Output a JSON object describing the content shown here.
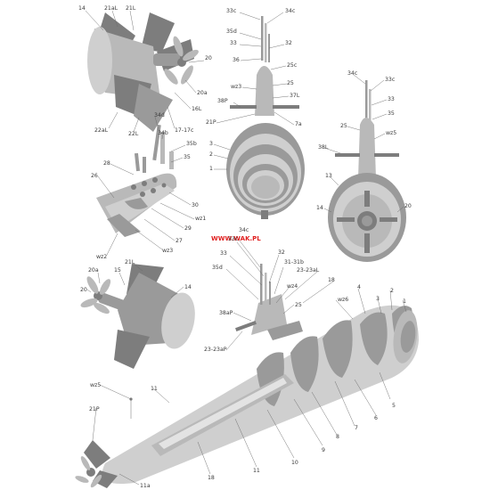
{
  "watermark": "WWW.WAK.PL",
  "labels": {
    "l14a": "14",
    "l21aL_a": "21aL",
    "l21L_a": "21L",
    "l20_a": "20",
    "l20a_a": "20a",
    "l16L": "16L",
    "l22aL": "22aL",
    "l22L": "22L",
    "l1717c": "17-17c",
    "l33c_a": "33c",
    "l34c_a": "34c",
    "l35d_a": "35d",
    "l33_a": "33",
    "l32_a": "32",
    "l36": "36",
    "l25c": "25c",
    "l25_a": "25",
    "lwz3_a": "wz3",
    "l37L": "37L",
    "l38P": "38P",
    "l21P_a": "21P",
    "l7a": "7a",
    "l3_a": "3",
    "l2_a": "2",
    "l1_a": "1",
    "l34c_b": "34c",
    "l33c_b": "33c",
    "l33_b": "33",
    "l35_b": "35",
    "l25_b": "25",
    "lwz5_b": "wz5",
    "l38L": "38L",
    "l13": "13",
    "l14_b": "14",
    "l20_b": "20",
    "l34d": "34d",
    "l34b": "34b",
    "l35b": "35b",
    "l35_c": "35",
    "l28": "28",
    "l26": "26",
    "l30": "30",
    "lwz1": "wz1",
    "l29": "29",
    "l27": "27",
    "lwz2": "wz2",
    "lwz3_c": "wz3",
    "l21L_c": "21L",
    "l20a_c": "20a",
    "l15": "15",
    "l20_c": "20",
    "l14_c": "14",
    "l34c_d": "34c",
    "l33c_d": "33c",
    "l33_d": "33",
    "l32_d": "32",
    "l3131b": "31-31b",
    "l2323aL": "23-23aL",
    "l18_a": "18",
    "l35d_d": "35d",
    "lwz4": "wz4",
    "l4_d": "4",
    "lwz6": "wz6",
    "l3_d": "3",
    "l2_d": "2",
    "l1_d": "1",
    "l25_d": "25",
    "l38aP": "38aP",
    "l2323aP": "23-23aP",
    "lwz5_d": "wz5",
    "l11_a": "11",
    "l21P_d": "21P",
    "l5": "5",
    "l6": "6",
    "l7": "7",
    "l8": "8",
    "l9": "9",
    "l10": "10",
    "l11_b": "11",
    "l18_b": "18",
    "l11a": "11a"
  },
  "colors": {
    "dark": "#9a9a9a",
    "mid": "#b9b9b9",
    "light": "#cfcfcf",
    "shadow": "#7d7d7d",
    "watermark": "#e02020"
  }
}
